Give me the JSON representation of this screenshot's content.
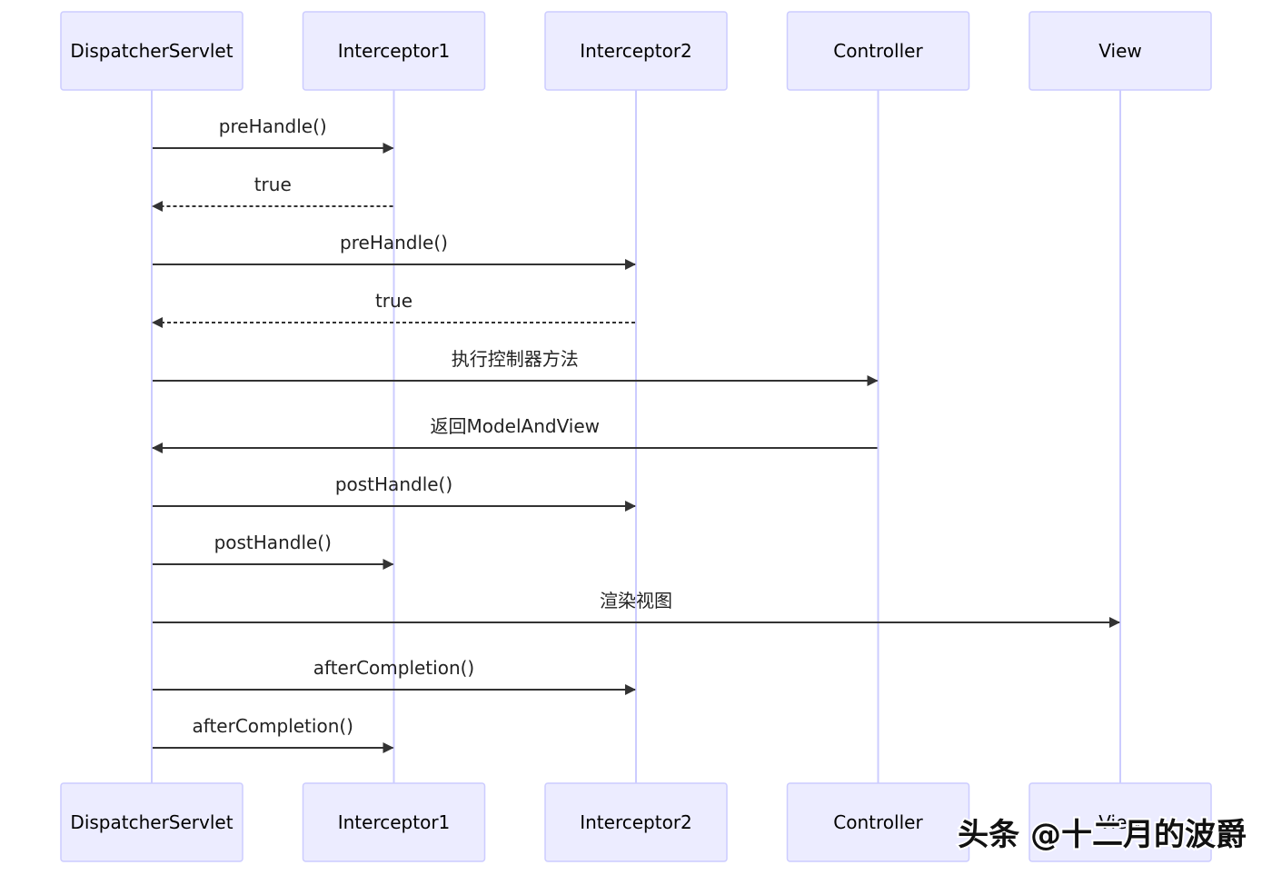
{
  "participants": [
    {
      "id": "ds",
      "label": "DispatcherServlet"
    },
    {
      "id": "i1",
      "label": "Interceptor1"
    },
    {
      "id": "i2",
      "label": "Interceptor2"
    },
    {
      "id": "ctl",
      "label": "Controller"
    },
    {
      "id": "view",
      "label": "View"
    }
  ],
  "messages": [
    {
      "from": "ds",
      "to": "i1",
      "label": "preHandle()",
      "style": "solid"
    },
    {
      "from": "i1",
      "to": "ds",
      "label": "true",
      "style": "dashed"
    },
    {
      "from": "ds",
      "to": "i2",
      "label": "preHandle()",
      "style": "solid"
    },
    {
      "from": "i2",
      "to": "ds",
      "label": "true",
      "style": "dashed"
    },
    {
      "from": "ds",
      "to": "ctl",
      "label": "执行控制器方法",
      "style": "solid"
    },
    {
      "from": "ctl",
      "to": "ds",
      "label": "返回ModelAndView",
      "style": "solid"
    },
    {
      "from": "ds",
      "to": "i2",
      "label": "postHandle()",
      "style": "solid"
    },
    {
      "from": "ds",
      "to": "i1",
      "label": "postHandle()",
      "style": "solid"
    },
    {
      "from": "ds",
      "to": "view",
      "label": "渲染视图",
      "style": "solid"
    },
    {
      "from": "ds",
      "to": "i2",
      "label": "afterCompletion()",
      "style": "solid"
    },
    {
      "from": "ds",
      "to": "i1",
      "label": "afterCompletion()",
      "style": "solid"
    }
  ],
  "watermark": "头条 @十二月的波爵",
  "colors": {
    "box_fill": "#ECECFF",
    "box_stroke": "#CCCCFF",
    "lifeline": "#CCCCFF",
    "arrow": "#333333"
  }
}
